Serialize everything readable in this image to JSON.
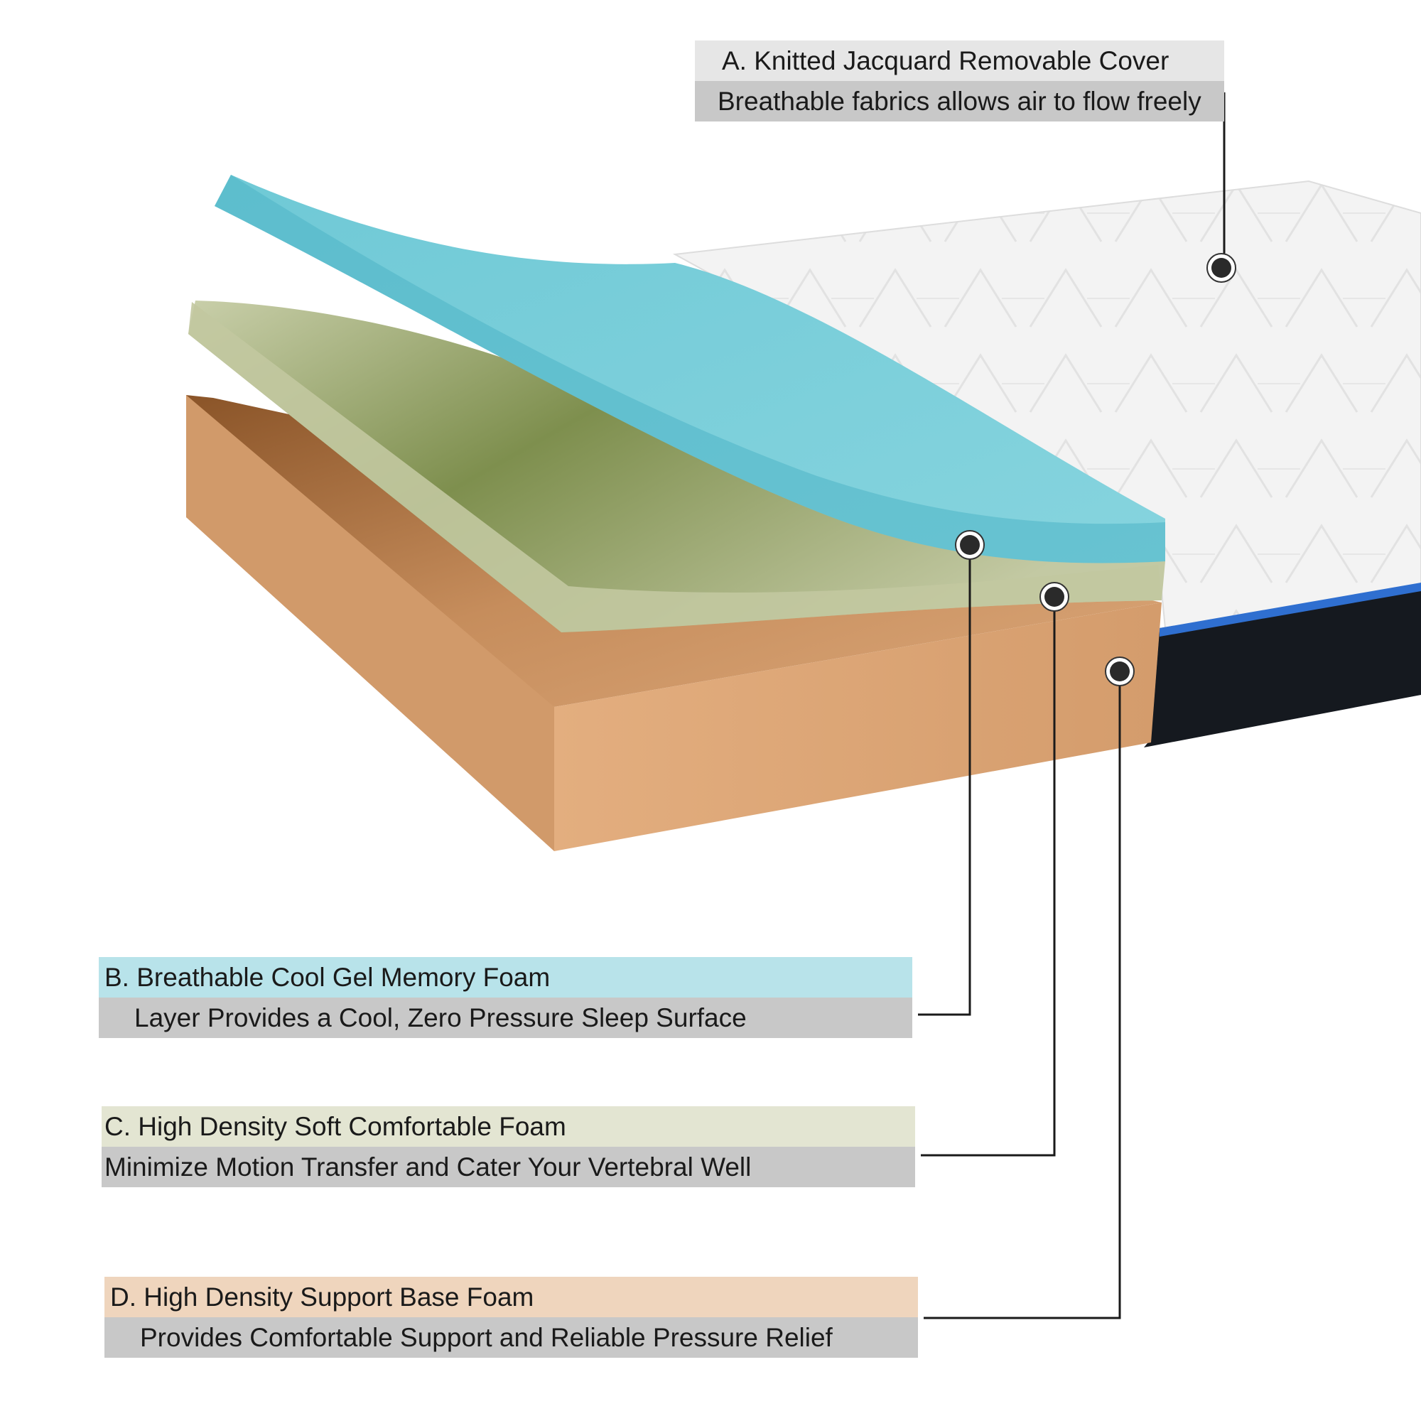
{
  "colors": {
    "cover_top": "#f2f2f2",
    "cover_side": "#15191f",
    "cover_band": "#2f6fd0",
    "gel_top": "#7ccfda",
    "gel_edge": "#4fb5c7",
    "comfort_top": "#c5cba6",
    "comfort_shade": "#8a9a5b",
    "base_top": "#d9a678",
    "base_front": "#d9a274",
    "label_a_bg": "#e6e6e6",
    "label_b_bg": "#b8e3ea",
    "label_c_bg": "#e3e5d2",
    "label_d_bg": "#efd5bd",
    "desc_bg": "#c8c8c8",
    "leader": "#1a1a1a"
  },
  "labels": {
    "a": {
      "title": "A. Knitted Jacquard Removable Cover",
      "desc": "Breathable fabrics allows air to flow freely"
    },
    "b": {
      "title": "B. Breathable Cool Gel Memory Foam",
      "desc": "Layer Provides a Cool,  Zero Pressure Sleep Surface"
    },
    "c": {
      "title": "C. High Density Soft Comfortable Foam",
      "desc": "Minimize Motion Transfer and Cater Your Vertebral Well"
    },
    "d": {
      "title": "D. High Density Support Base Foam",
      "desc": "Provides Comfortable Support and Reliable Pressure Relief"
    }
  }
}
